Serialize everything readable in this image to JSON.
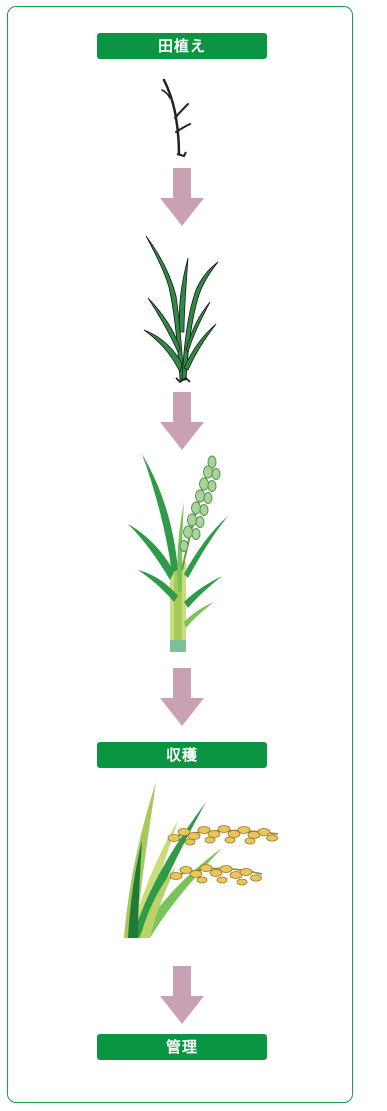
{
  "stages": {
    "planting_label": "田植え",
    "harvest_label": "収穫",
    "management_label": "管理"
  },
  "colors": {
    "frame_border": "#1c9a4a",
    "label_bg": "#0b9441",
    "label_text": "#ffffff",
    "arrow": "#c8a2b4",
    "leaf_dark": "#1f7a3a",
    "leaf_light": "#b9d26a",
    "grain": "#e9c65c"
  },
  "icons": [
    "seedling-icon",
    "young-rice-plant-icon",
    "flowering-rice-plant-icon",
    "ripe-rice-plant-icon",
    "down-arrow-icon"
  ]
}
